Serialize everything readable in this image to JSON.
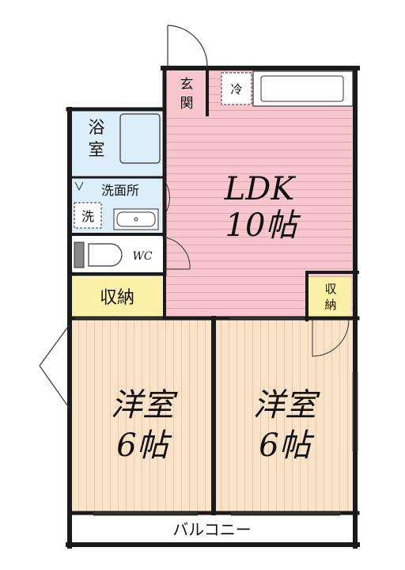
{
  "rooms": {
    "ldk": {
      "name": "LDK",
      "size": "10帖"
    },
    "western_left": {
      "name": "洋室",
      "size": "6帖"
    },
    "western_right": {
      "name": "洋室",
      "size": "6帖"
    },
    "bath": {
      "line1": "浴",
      "line2": "室"
    },
    "washroom": {
      "name": "洗面所"
    },
    "washer": {
      "name": "洗"
    },
    "toilet": {
      "name": "WC"
    },
    "entrance": {
      "line1": "玄",
      "line2": "関"
    },
    "fridge": {
      "name": "冷"
    },
    "storage_left": {
      "name": "収納"
    },
    "storage_right": {
      "line1": "収",
      "line2": "納"
    },
    "balcony": {
      "name": "バルコニー"
    }
  },
  "colors": {
    "ldk_fill": "#f7c7cd",
    "ldk_stripe": "#e2a5ad",
    "western_fill": "#fbe3c9",
    "western_stripe": "#e8c8a6",
    "wet_fill": "#dceefa",
    "storage_fill": "#fbf0a8",
    "wall": "#1a1a1a"
  }
}
